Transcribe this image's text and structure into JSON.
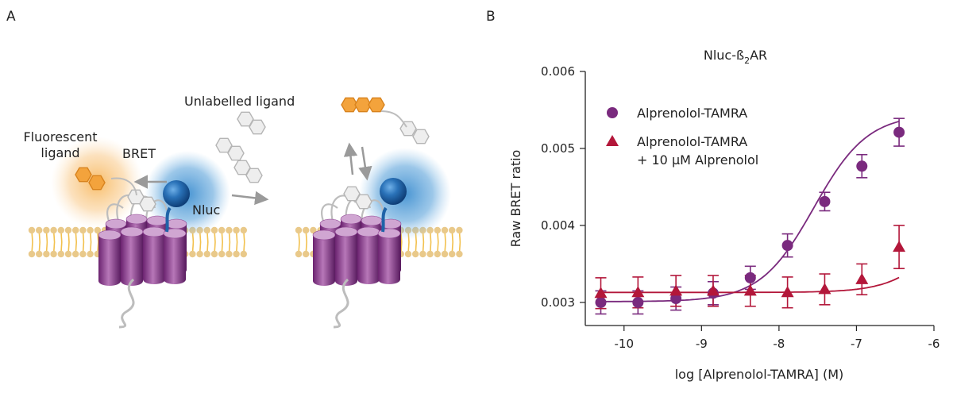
{
  "panels": {
    "a_letter": "A",
    "b_letter": "B"
  },
  "schematic": {
    "fluor_line1": "Fluorescent",
    "fluor_line2": "ligand",
    "bret": "BRET",
    "unlabelled": "Unlabelled ligand",
    "nluc": "Nluc"
  },
  "colors": {
    "purple": "#7a2a7e",
    "crimson": "#b3173a",
    "nluc_blue": "#1f63a8",
    "glow_blue": "#3f8fd0",
    "glow_orange": "#f7b557",
    "hex_orange": "#f3a33c",
    "hex_grey": "#c9c9c9",
    "membrane_head": "#e9c98a",
    "membrane_tail": "#f2c14e",
    "arrow_grey": "#9a9a9a"
  },
  "chart_data": {
    "type": "scatter",
    "title": "Nluc-ß2AR",
    "title_base": "Nluc-ß",
    "title_sub": "2",
    "title_end": "AR",
    "xlabel": "log [Alprenolol-TAMRA] (M)",
    "ylabel": "Raw BRET ratio",
    "xlim": [
      -10.5,
      -6
    ],
    "ylim": [
      0.0027,
      0.006
    ],
    "xticks": [
      -10,
      -9,
      -8,
      -7,
      -6
    ],
    "yticks": [
      0.003,
      0.004,
      0.005,
      0.006
    ],
    "xtick_labels": [
      "-10",
      "-9",
      "-8",
      "-7",
      "-6"
    ],
    "ytick_labels": [
      "0.003",
      "0.004",
      "0.005",
      "0.006"
    ],
    "legend_position": "top-left",
    "series": [
      {
        "name": "Alprenolol-TAMRA",
        "marker": "circle",
        "color": "#7a2a7e",
        "x": [
          -10.3,
          -9.82,
          -9.33,
          -8.85,
          -8.37,
          -7.89,
          -7.41,
          -6.93,
          -6.45
        ],
        "y": [
          0.003,
          0.003,
          0.00305,
          0.00312,
          0.00332,
          0.00374,
          0.00431,
          0.00477,
          0.00521
        ],
        "err": [
          0.00015,
          0.00015,
          0.00015,
          0.00015,
          0.00015,
          0.00015,
          0.00012,
          0.00015,
          0.00018
        ],
        "fit": {
          "bottom": 0.00301,
          "top": 0.00545,
          "logEC50": -7.55,
          "hill": 1.25
        }
      },
      {
        "name": "Alprenolol-TAMRA",
        "name_line2": "+ 10 µM Alprenolol",
        "marker": "triangle",
        "color": "#b3173a",
        "x": [
          -10.3,
          -9.82,
          -9.33,
          -8.85,
          -8.37,
          -7.89,
          -7.41,
          -6.93,
          -6.45
        ],
        "y": [
          0.00312,
          0.00313,
          0.00315,
          0.00315,
          0.00315,
          0.00313,
          0.00317,
          0.0033,
          0.00372
        ],
        "err": [
          0.0002,
          0.0002,
          0.0002,
          0.0002,
          0.0002,
          0.0002,
          0.0002,
          0.0002,
          0.00028
        ],
        "fit": {
          "bottom": 0.00313,
          "top": 0.0049,
          "logEC50": -5.75,
          "hill": 1.3
        }
      }
    ]
  }
}
